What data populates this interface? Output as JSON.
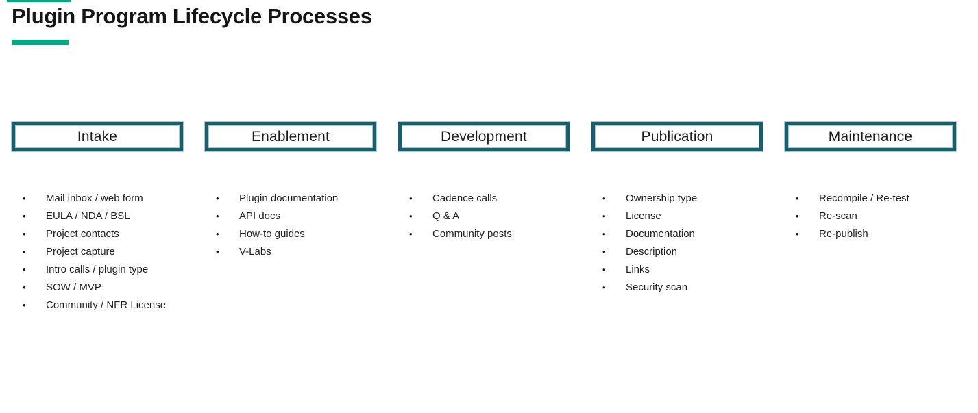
{
  "page": {
    "title": "Plugin Program Lifecycle Processes"
  },
  "colors": {
    "accent_green": "#01A982",
    "box_border_teal": "#1A5D6D",
    "box_border_halo": "#A9C8CF",
    "title_text": "#161616",
    "body_text": "#1F1F1F"
  },
  "columns": [
    {
      "title": "Intake",
      "items": [
        "Mail inbox / web form",
        "EULA / NDA / BSL",
        "Project contacts",
        "Project capture",
        "Intro calls / plugin type",
        "SOW / MVP",
        "Community / NFR License"
      ]
    },
    {
      "title": "Enablement",
      "items": [
        "Plugin documentation",
        "API docs",
        "How-to guides",
        "V-Labs"
      ]
    },
    {
      "title": "Development",
      "items": [
        "Cadence calls",
        "Q & A",
        "Community posts"
      ]
    },
    {
      "title": "Publication",
      "items": [
        "Ownership type",
        "License",
        "Documentation",
        "Description",
        "Links",
        "Security scan"
      ]
    },
    {
      "title": "Maintenance",
      "items": [
        "Recompile / Re-test",
        "Re-scan",
        "Re-publish"
      ]
    }
  ]
}
